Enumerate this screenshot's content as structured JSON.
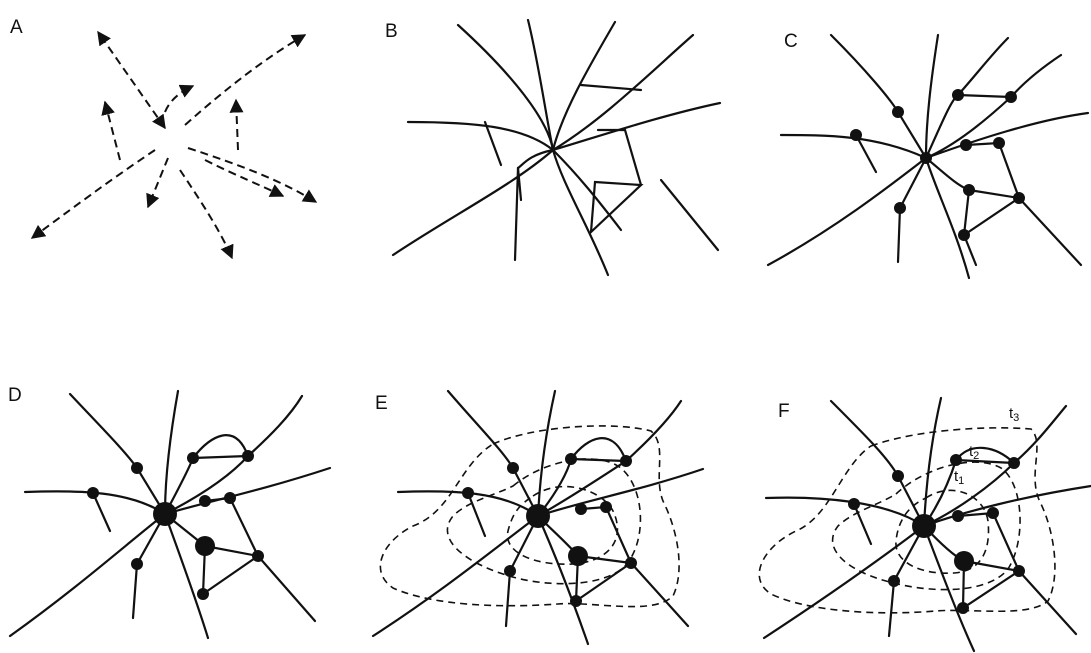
{
  "figure": {
    "panels": [
      {
        "id": "a",
        "label": "A"
      },
      {
        "id": "b",
        "label": "B"
      },
      {
        "id": "c",
        "label": "C"
      },
      {
        "id": "d",
        "label": "D"
      },
      {
        "id": "e",
        "label": "E"
      },
      {
        "id": "f",
        "label": "F"
      }
    ],
    "time_labels": [
      {
        "base": "t",
        "sub": "1"
      },
      {
        "base": "t",
        "sub": "2"
      },
      {
        "base": "t",
        "sub": "3"
      }
    ]
  },
  "style": {
    "ink": "#111111",
    "background": "#ffffff"
  }
}
